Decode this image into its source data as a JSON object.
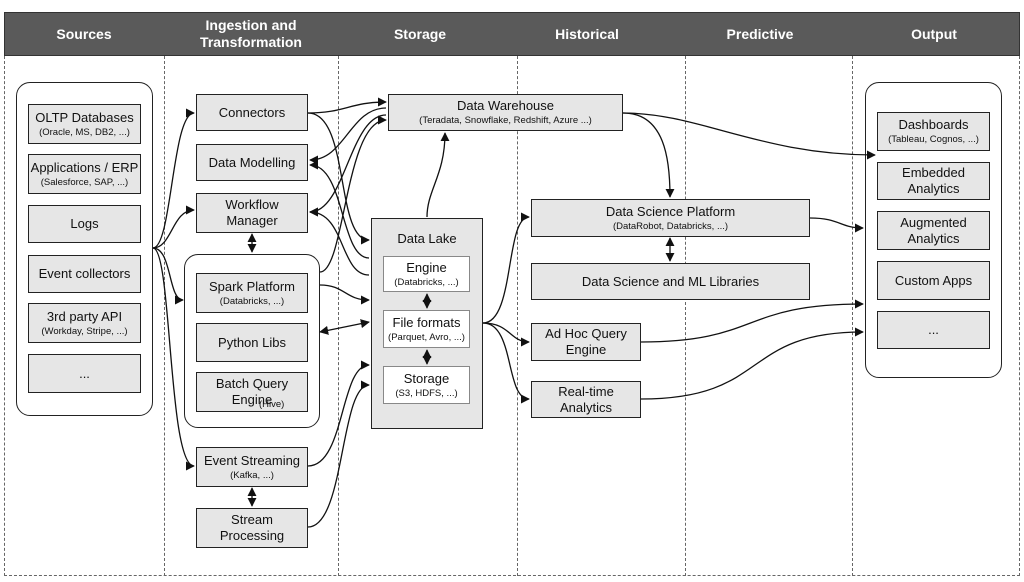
{
  "columns": {
    "sources": "Sources",
    "ingestion": "Ingestion and\nTransformation",
    "storage": "Storage",
    "historical": "Historical",
    "predictive": "Predictive",
    "output": "Output"
  },
  "sources": [
    {
      "title": "OLTP Databases",
      "sub": "(Oracle, MS, DB2, ...)"
    },
    {
      "title": "Applications / ERP",
      "sub": "(Salesforce, SAP, ...)"
    },
    {
      "title": "Logs",
      "sub": ""
    },
    {
      "title": "Event collectors",
      "sub": ""
    },
    {
      "title": "3rd party API",
      "sub": "(Workday, Stripe, ...)"
    },
    {
      "title": "...",
      "sub": ""
    }
  ],
  "ingestion": {
    "connectors": "Connectors",
    "data_modelling": "Data Modelling",
    "workflow_manager": "Workflow\nManager",
    "spark": {
      "title": "Spark Platform",
      "sub": "(Databricks, ...)"
    },
    "python_libs": "Python Libs",
    "batch_query": {
      "title": "Batch Query\nEngine",
      "sub": "(Hive)"
    },
    "event_streaming": {
      "title": "Event Streaming",
      "sub": "(Kafka, ...)"
    },
    "stream_processing": "Stream\nProcessing"
  },
  "storage": {
    "warehouse": {
      "title": "Data Warehouse",
      "sub": "(Teradata, Snowflake, Redshift, Azure ...)"
    },
    "lake": {
      "title": "Data Lake",
      "engine": {
        "title": "Engine",
        "sub": "(Databricks, ...)"
      },
      "formats": {
        "title": "File formats",
        "sub": "(Parquet, Avro, ...)"
      },
      "storage": {
        "title": "Storage",
        "sub": "(S3, HDFS, ...)"
      }
    }
  },
  "analytics": {
    "ds_platform": {
      "title": "Data Science Platform",
      "sub": "(DataRobot, Databricks, ...)"
    },
    "ml_libraries": "Data Science and ML Libraries",
    "adhoc": "Ad Hoc Query\nEngine",
    "realtime": "Real-time\nAnalytics"
  },
  "output": [
    {
      "title": "Dashboards",
      "sub": "(Tableau, Cognos, ...)"
    },
    {
      "title": "Embedded\nAnalytics",
      "sub": ""
    },
    {
      "title": "Augmented\nAnalytics",
      "sub": ""
    },
    {
      "title": "Custom Apps",
      "sub": ""
    },
    {
      "title": "...",
      "sub": ""
    }
  ],
  "colors": {
    "header": "#5a5a5a",
    "box_fill": "#e6e6e6",
    "stroke": "#222222"
  }
}
